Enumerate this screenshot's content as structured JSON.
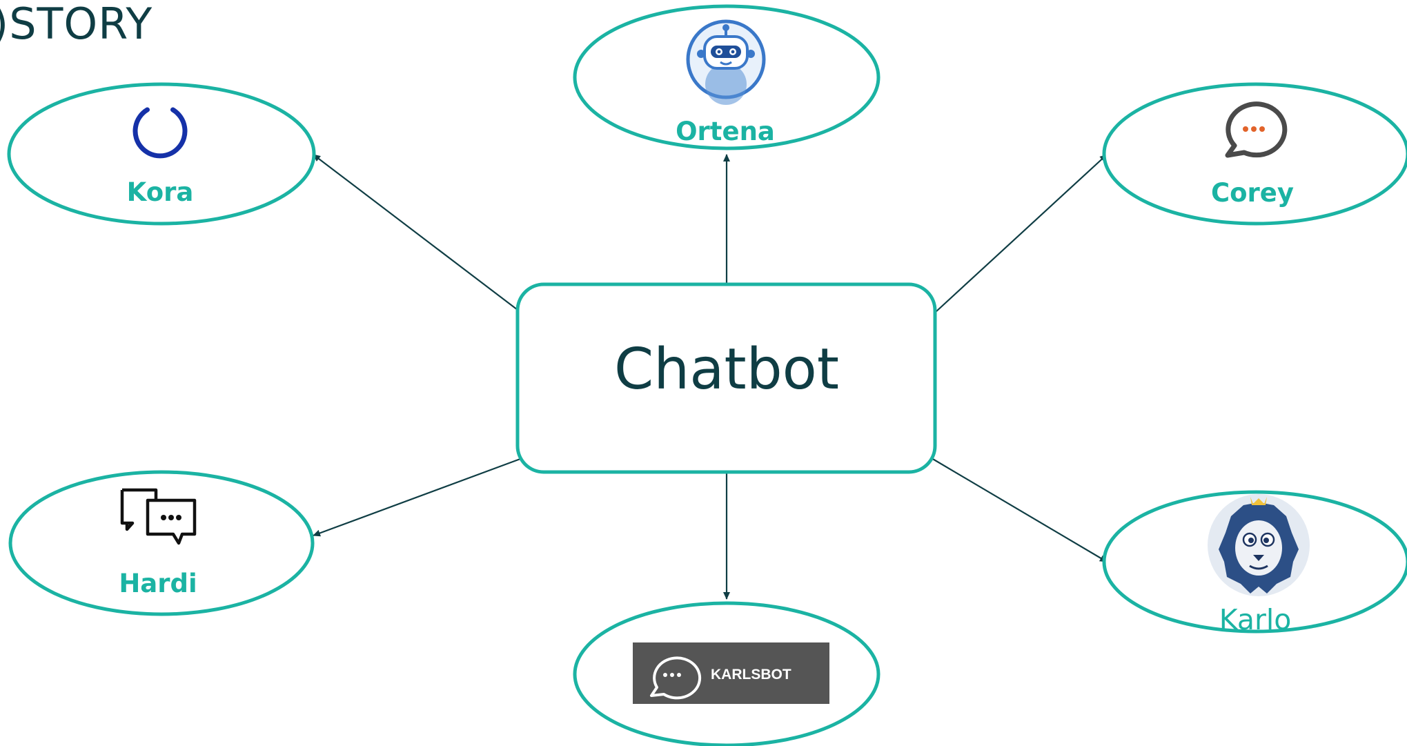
{
  "page": {
    "heading": ")STORY"
  },
  "colors": {
    "accent": "#1bb3a3",
    "dark": "#0f3d44",
    "kora_ring": "#1531a8",
    "corey_dots": "#e2632a",
    "karlsbot_bg": "#555555"
  },
  "diagram": {
    "center": {
      "label": "Chatbot"
    },
    "nodes": [
      {
        "id": "ortena",
        "label": "Ortena",
        "icon": "robot-avatar-icon"
      },
      {
        "id": "kora",
        "label": "Kora",
        "icon": "circle-ring-icon"
      },
      {
        "id": "corey",
        "label": "Corey",
        "icon": "chat-bubble-icon"
      },
      {
        "id": "hardi",
        "label": "Hardi",
        "icon": "chat-bubbles-icon"
      },
      {
        "id": "karlsbot",
        "label": "",
        "icon": "karlsbot-logo",
        "badge_text": "KARLSBOT"
      },
      {
        "id": "karlo",
        "label": "Karlo",
        "icon": "lion-mascot-icon"
      }
    ]
  }
}
